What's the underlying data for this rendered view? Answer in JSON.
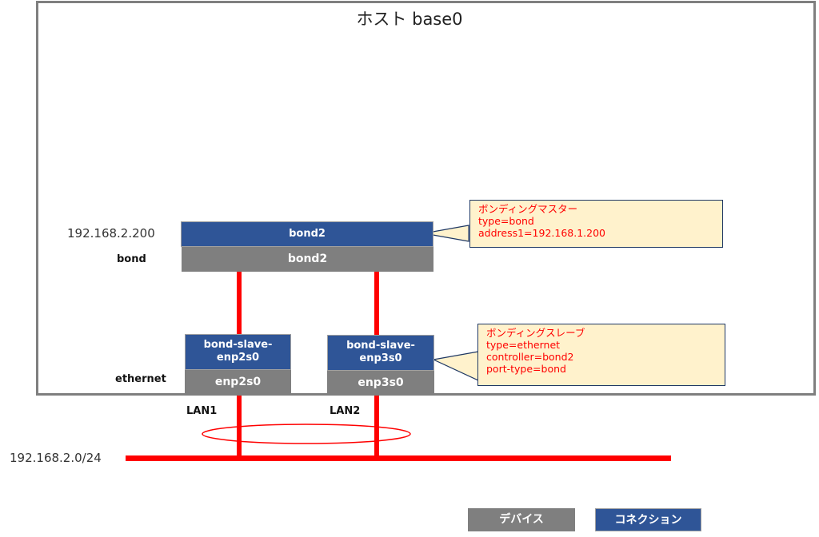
{
  "host": {
    "title": "ホスト base0"
  },
  "bond": {
    "ip": "192.168.2.200",
    "type_label": "bond",
    "connection_name": "bond2",
    "device_name": "bond2",
    "note": {
      "lines": [
        "ボンディングマスター",
        "type=bond",
        "address1=192.168.1.200"
      ]
    }
  },
  "ethernet": {
    "type_label": "ethernet",
    "ports": [
      {
        "connection_name_line1": "bond-slave-",
        "connection_name_line2": "enp2s0",
        "device_name": "enp2s0",
        "lan_label": "LAN1"
      },
      {
        "connection_name_line1": "bond-slave-",
        "connection_name_line2": "enp3s0",
        "device_name": "enp3s0",
        "lan_label": "LAN2"
      }
    ],
    "note": {
      "lines": [
        "ボンディングスレーブ",
        "type=ethernet",
        "controller=bond2",
        "port-type=bond"
      ]
    }
  },
  "network": {
    "subnet": "192.168.2.0/24"
  },
  "legend": {
    "device_label": "デバイス",
    "connection_label": "コネクション"
  },
  "colors": {
    "connection": "#2f5597",
    "device": "#7f7f7f",
    "link": "#ff0000",
    "note_bg": "#fff2cc",
    "note_text": "#ff0000"
  }
}
